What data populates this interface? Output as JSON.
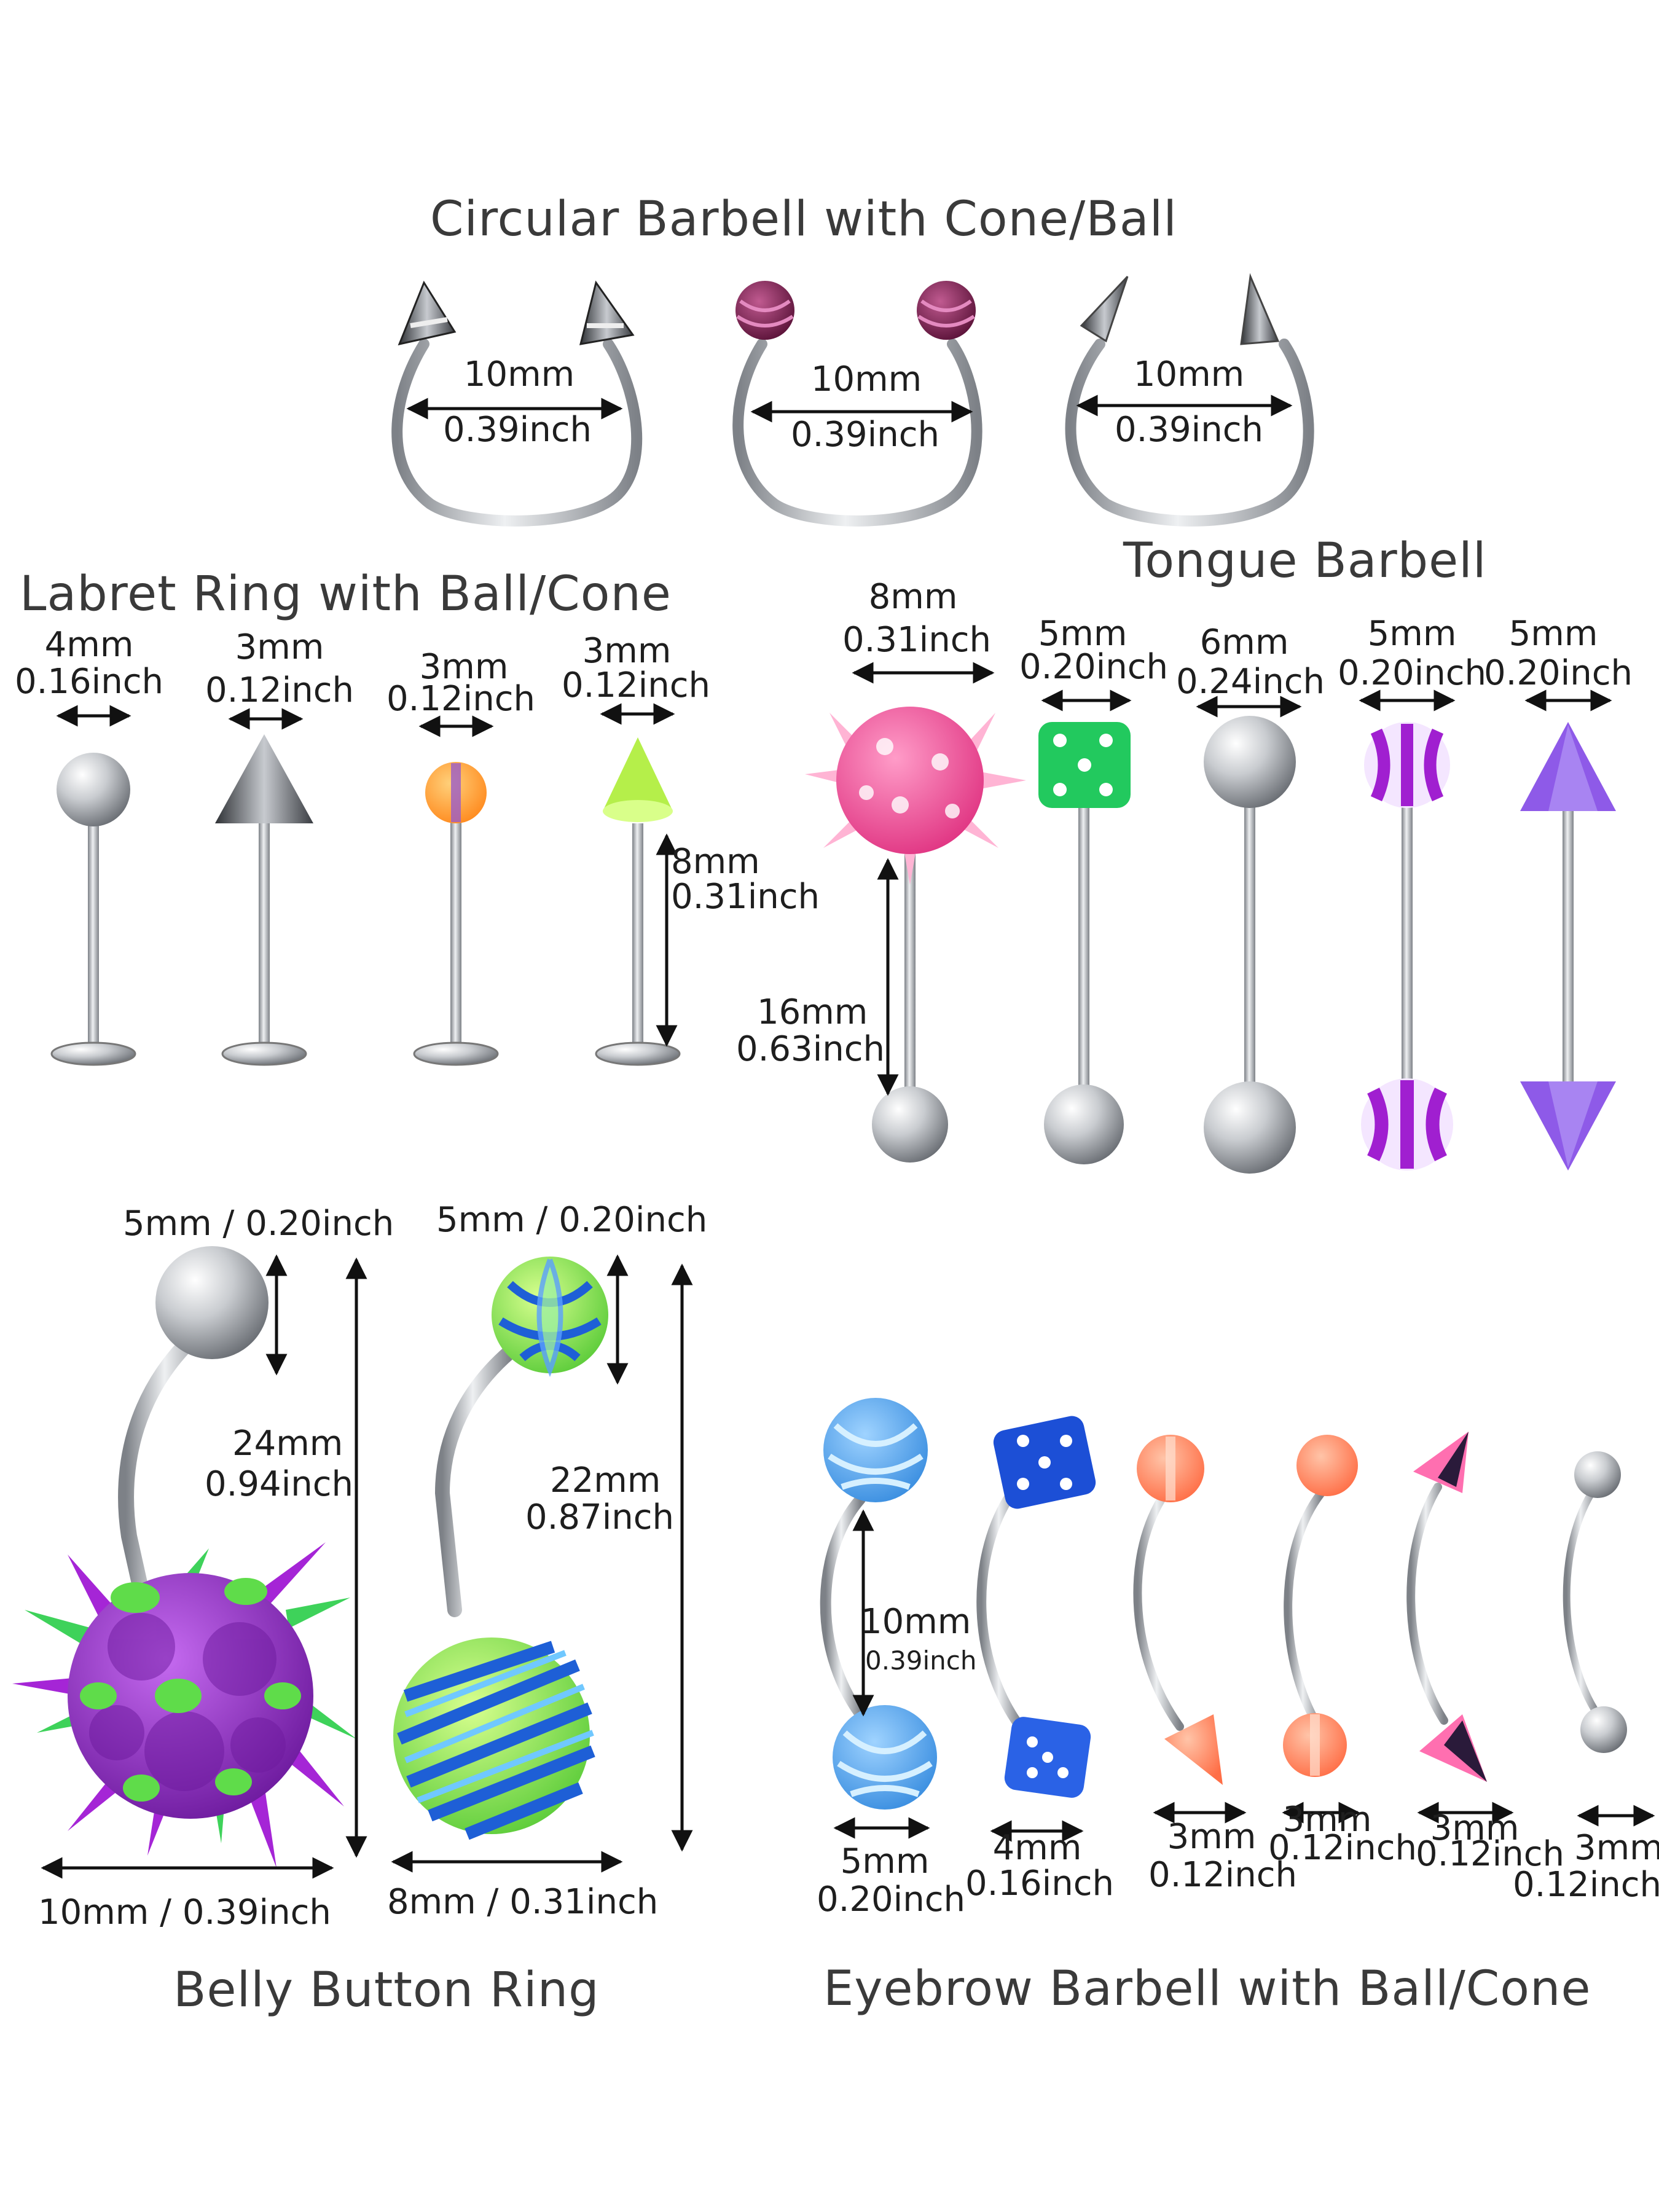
{
  "sections": {
    "circular": {
      "title": "Circular Barbell with Cone/Ball",
      "items": [
        {
          "mm": "10mm",
          "inch": "0.39inch"
        },
        {
          "mm": "10mm",
          "inch": "0.39inch"
        },
        {
          "mm": "10mm",
          "inch": "0.39inch"
        }
      ]
    },
    "labret": {
      "title": "Labret Ring with Ball/Cone",
      "items": [
        {
          "mm": "4mm",
          "inch": "0.16inch"
        },
        {
          "mm": "3mm",
          "inch": "0.12inch"
        },
        {
          "mm": "3mm",
          "inch": "0.12inch"
        },
        {
          "mm": "3mm",
          "inch": "0.12inch"
        }
      ],
      "length": {
        "mm": "8mm",
        "inch": "0.31inch"
      }
    },
    "tongue": {
      "title": "Tongue Barbell",
      "items": [
        {
          "mm": "8mm",
          "inch": "0.31inch"
        },
        {
          "mm": "5mm",
          "inch": "0.20inch"
        },
        {
          "mm": "6mm",
          "inch": "0.24inch"
        },
        {
          "mm": "5mm",
          "inch": "0.20inch"
        },
        {
          "mm": "5mm",
          "inch": "0.20inch"
        }
      ],
      "length": {
        "mm": "16mm",
        "inch": "0.63inch"
      }
    },
    "belly": {
      "title": "Belly Button Ring",
      "items": [
        {
          "top": "5mm / 0.20inch",
          "length_mm": "24mm",
          "length_inch": "0.94inch",
          "bottom": "10mm / 0.39inch"
        },
        {
          "top": "5mm / 0.20inch",
          "length_mm": "22mm",
          "length_inch": "0.87inch",
          "bottom": "8mm / 0.31inch"
        }
      ]
    },
    "eyebrow": {
      "title": "Eyebrow Barbell with Ball/Cone",
      "length": {
        "mm": "10mm",
        "inch": "0.39inch"
      },
      "items": [
        {
          "mm": "5mm",
          "inch": "0.20inch"
        },
        {
          "mm": "4mm",
          "inch": "0.16inch"
        },
        {
          "mm": "3mm",
          "inch": "0.12inch"
        },
        {
          "mm": "3mm",
          "inch": "0.12inch"
        },
        {
          "mm": "3mm",
          "inch": "0.12inch"
        },
        {
          "mm": "3mm",
          "inch": "0.12inch"
        }
      ]
    }
  },
  "colors": {
    "steel": "#b9bcc0",
    "pink": "#ee4f98",
    "green": "#34d27a",
    "purple": "#9a2ed3",
    "violet": "#8a55e0",
    "orange": "#ff9a2a",
    "lime": "#c6f26a",
    "blue": "#4aa3f0",
    "darkblue": "#1f4fd0",
    "coral": "#ff8a62",
    "plum": "#7a1e4e"
  }
}
